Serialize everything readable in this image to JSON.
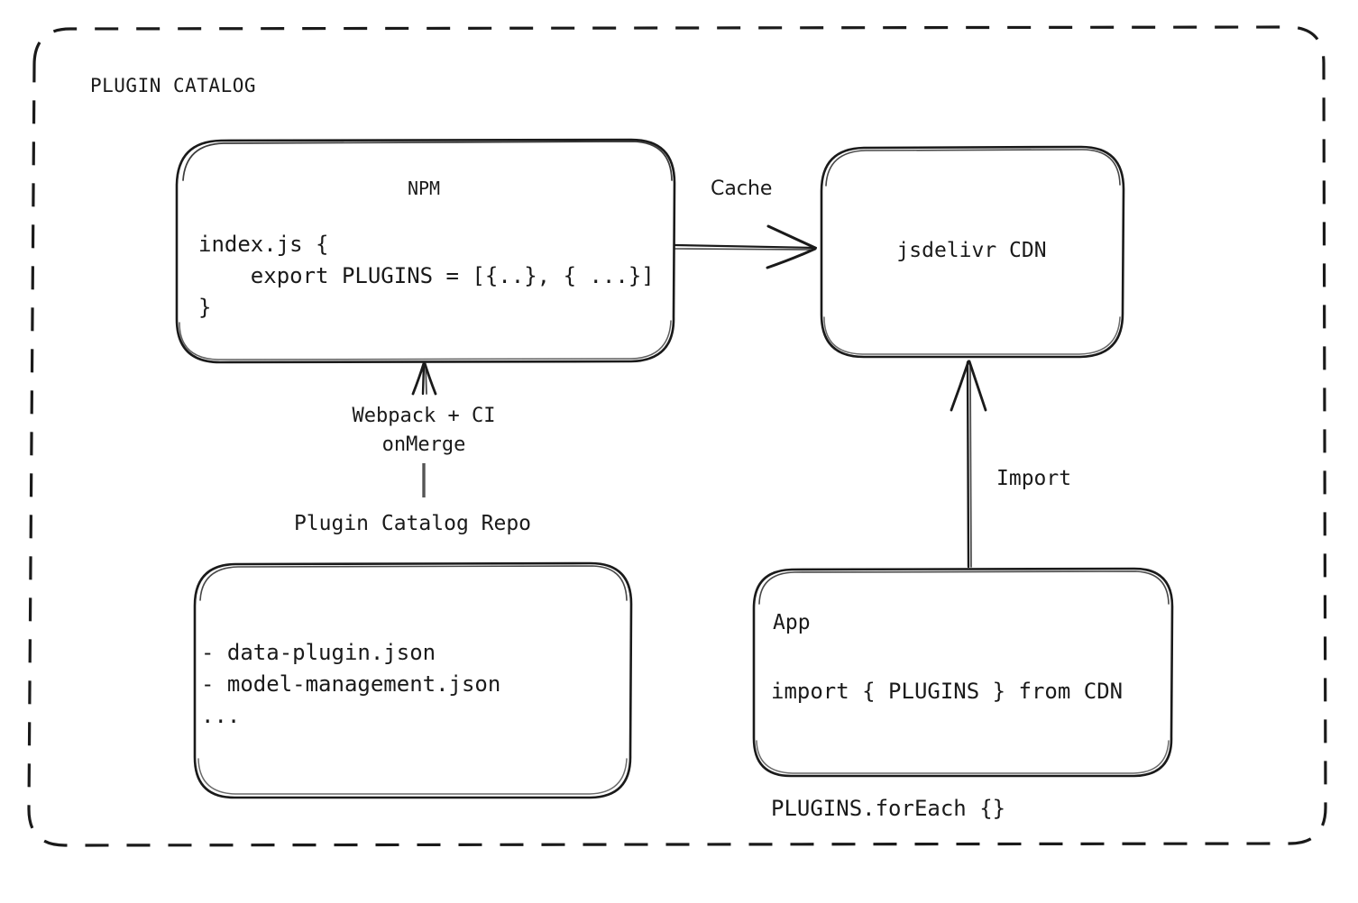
{
  "diagram": {
    "title": "PLUGIN CATALOG",
    "colors": {
      "stroke": "#1a1a1a",
      "background": "#ffffff",
      "text": "#1a1a1a"
    },
    "nodes": {
      "npm": {
        "title": "NPM",
        "code": "index.js {\n    export PLUGINS = [{..}, { ...}]\n}"
      },
      "cdn": {
        "title": "jsdelivr CDN"
      },
      "repo": {
        "label": "Plugin Catalog Repo",
        "items": "- data-plugin.json\n- model-management.json\n..."
      },
      "app": {
        "title": "App",
        "code": "import { PLUGINS } from CDN\n\nPLUGINS.forEach {}"
      }
    },
    "edges": {
      "cache": {
        "label": "Cache",
        "from": "npm",
        "to": "cdn"
      },
      "build": {
        "label": "Webpack + CI\nonMerge",
        "from": "repo",
        "to": "npm"
      },
      "import": {
        "label": "Import",
        "from": "app",
        "to": "cdn"
      }
    }
  }
}
